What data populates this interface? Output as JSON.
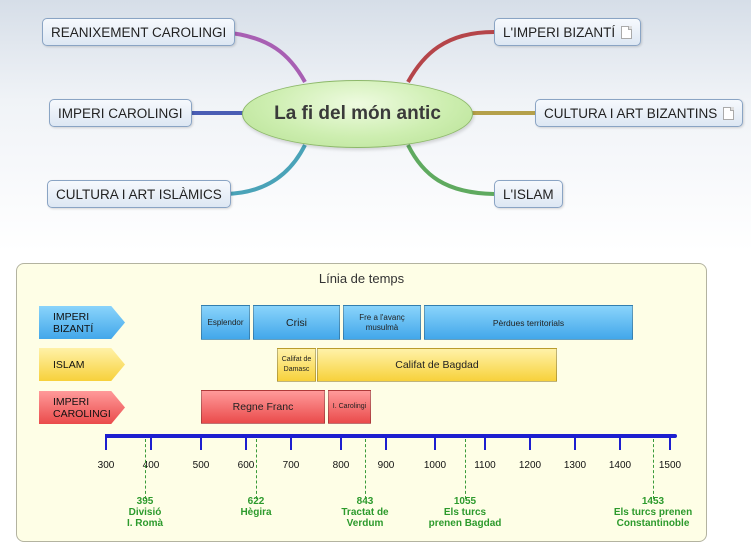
{
  "center": {
    "label": "La fi del món antic"
  },
  "topics": {
    "reanixement": "REANIXEMENT CAROLINGI",
    "imperi_carolingi": "IMPERI CAROLINGI",
    "cultura_islamics": "CULTURA I ART ISLÀMICS",
    "imperi_bizanti": "L'IMPERI BIZANTÍ",
    "cultura_bizantins": "CULTURA I ART BIZANTINS",
    "islam": "L'ISLAM"
  },
  "colors": {
    "branch_reanixement": "#a85fb3",
    "branch_carolingi": "#4a5db5",
    "branch_islamics": "#4aa3b8",
    "branch_bizanti": "#b5454a",
    "branch_bizantins": "#b5a04a",
    "branch_islam": "#5faa5f",
    "axis": "#1d1fcf",
    "event": "#2c9a2c"
  },
  "timeline": {
    "title": "Línia de temps",
    "rows": [
      {
        "label": "IMPERI BIZANTÍ",
        "color": "#42a7ea"
      },
      {
        "label": "ISLAM",
        "color": "#f7d13b"
      },
      {
        "label": "IMPERI CAROLINGI",
        "color": "#ea4b4b"
      }
    ],
    "bars": {
      "esplendor": "Esplendor",
      "crisi": "Crisi",
      "fre": "Fre a l'avanç musulmà",
      "perdues": "Pèrdues territorials",
      "califat_damasc": "Califat de Damasc",
      "califat_bagdad": "Califat de Bagdad",
      "regne_franc": "Regne Franc",
      "i_carolingi": "I. Carolingi"
    },
    "axis_ticks": [
      "300",
      "400",
      "500",
      "600",
      "700",
      "800",
      "900",
      "1000",
      "1100",
      "1200",
      "1300",
      "1400",
      "1500"
    ],
    "events": {
      "e395": {
        "year": "395",
        "line1": "Divisió",
        "line2": "I. Romà"
      },
      "e622": {
        "year": "622",
        "line1": "Hègira",
        "line2": ""
      },
      "e843": {
        "year": "843",
        "line1": "Tractat de",
        "line2": "Verdum"
      },
      "e1055": {
        "year": "1055",
        "line1": "Els turcs",
        "line2": "prenen Bagdad"
      },
      "e1453": {
        "year": "1453",
        "line1": "Els turcs prenen",
        "line2": "Constantinoble"
      }
    }
  }
}
